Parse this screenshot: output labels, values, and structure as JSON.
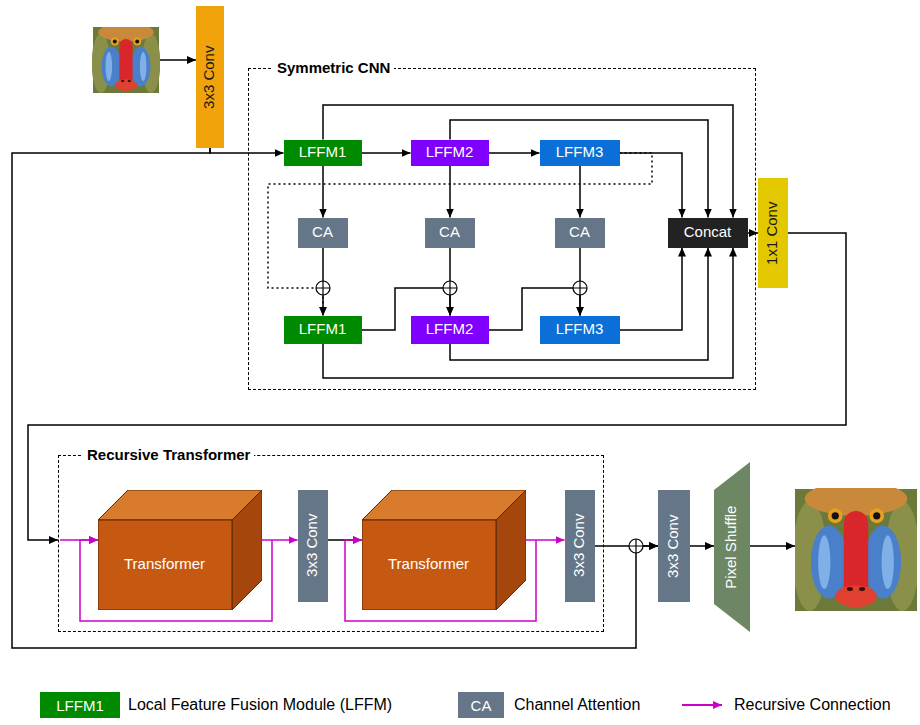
{
  "diagram": {
    "nodes": [
      {
        "text": [
          "3x3 Conv"
        ]
      },
      {
        "text": [
          "Symmetric CNN"
        ]
      },
      {
        "text": [
          "LFFM1"
        ],
        "in": 1
      },
      {
        "text": [
          "LFFM2"
        ],
        "in": 1
      },
      {
        "text": [
          "LFFM3"
        ],
        "in": 1
      },
      {
        "text": [
          "CA"
        ],
        "in": 1
      },
      {
        "text": [
          "CA"
        ],
        "in": 1
      },
      {
        "text": [
          "CA"
        ],
        "in": 1
      },
      {
        "text": [
          "LFFM1"
        ],
        "in": 1
      },
      {
        "text": [
          "LFFM2"
        ],
        "in": 1
      },
      {
        "text": [
          "LFFM3"
        ],
        "in": 1
      },
      {
        "text": [
          "Concat"
        ],
        "in": 1
      },
      {
        "text": [
          "1x1 Conv"
        ]
      },
      {
        "text": [
          "Recursive Transformer"
        ]
      },
      {
        "text": [
          "Transformer"
        ],
        "in": 13
      },
      {
        "text": [
          "3x3 Conv"
        ],
        "in": 13
      },
      {
        "text": [
          "Transformer"
        ],
        "in": 13
      },
      {
        "text": [
          "3x3 Conv"
        ],
        "in": 13
      },
      {
        "text": [
          "3x3 Conv"
        ]
      },
      {
        "text": [
          "Pixel Shuffle"
        ]
      }
    ],
    "edges": [
      {
        "from": 0,
        "to": 2,
        "arrow": "to"
      },
      {
        "from": 2,
        "to": 3,
        "arrow": "to"
      },
      {
        "from": 3,
        "to": 4,
        "arrow": "to"
      },
      {
        "from": 2,
        "to": 11,
        "arrow": "to"
      },
      {
        "from": 3,
        "to": 11,
        "arrow": "to"
      },
      {
        "from": 4,
        "to": 11,
        "arrow": "to"
      },
      {
        "from": 2,
        "to": 5,
        "arrow": "to"
      },
      {
        "from": 3,
        "to": 6,
        "arrow": "to"
      },
      {
        "from": 4,
        "to": 7,
        "arrow": "to"
      },
      {
        "from": 5,
        "to": 8,
        "arrow": "to"
      },
      {
        "from": 6,
        "to": 9,
        "arrow": "to"
      },
      {
        "from": 7,
        "to": 10,
        "arrow": "to"
      },
      {
        "from": 4,
        "to": 8,
        "arrow": "to"
      },
      {
        "from": 8,
        "to": 9,
        "arrow": "to"
      },
      {
        "from": 9,
        "to": 10,
        "arrow": "to"
      },
      {
        "from": 10,
        "to": 11,
        "arrow": "to"
      },
      {
        "from": 9,
        "to": 11,
        "arrow": "to"
      },
      {
        "from": 8,
        "to": 11,
        "arrow": "to"
      },
      {
        "from": 11,
        "to": 12,
        "arrow": "to"
      },
      {
        "from": 12,
        "to": 13,
        "arrow": "to"
      },
      {
        "from": 14,
        "to": 15,
        "arrow": "to"
      },
      {
        "from": 15,
        "to": 16,
        "arrow": "to"
      },
      {
        "from": 16,
        "to": 17,
        "arrow": "to"
      },
      {
        "from": 17,
        "to": 18,
        "arrow": "to"
      },
      {
        "from": 0,
        "to": 18,
        "arrow": "to"
      },
      {
        "from": 18,
        "to": 19,
        "arrow": "to"
      }
    ],
    "labels": [
      "LFFM1",
      "CA"
    ],
    "legend": [
      {
        "text": "Local Feature Fusion Module (LFFM)",
        "color": "#008a00"
      },
      {
        "text": "Channel Attention",
        "color": "#647687"
      },
      {
        "text": "Recursive Connection"
      }
    ]
  }
}
